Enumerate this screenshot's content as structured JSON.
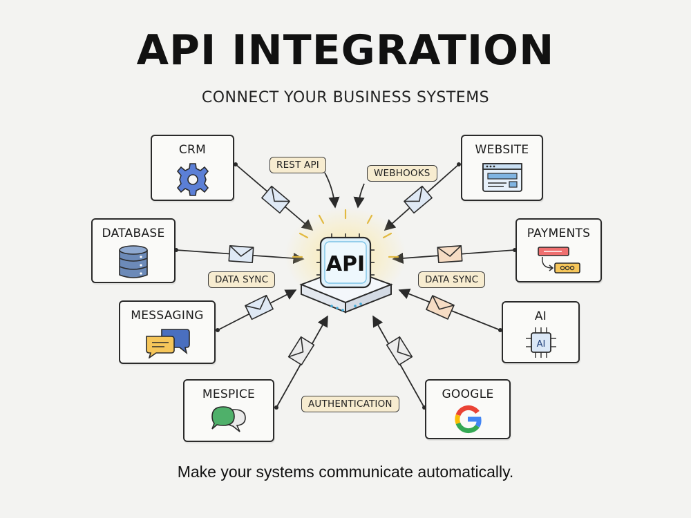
{
  "header": {
    "title": "API INTEGRATION",
    "subtitle": "CONNECT YOUR BUSINESS SYSTEMS"
  },
  "hub": {
    "label": "API"
  },
  "nodes": {
    "crm": {
      "label": "CRM",
      "icon": "gear-icon"
    },
    "website": {
      "label": "WEBSITE",
      "icon": "browser-window-icon"
    },
    "database": {
      "label": "DATABASE",
      "icon": "database-icon"
    },
    "payments": {
      "label": "PAYMENTS",
      "icon": "payment-flow-icon"
    },
    "messaging": {
      "label": "MESSAGING",
      "icon": "chat-bubbles-icon"
    },
    "ai": {
      "label": "AI",
      "icon": "ai-chip-icon",
      "chip_text": "AI"
    },
    "mespice": {
      "label": "MESPICE",
      "icon": "green-chat-icon"
    },
    "google": {
      "label": "GOOGLE",
      "icon": "google-logo-icon"
    }
  },
  "tags": {
    "rest_api": "REST API",
    "webhooks": "WEBHOOKS",
    "data_sync_left": "DATA SYNC",
    "data_sync_right": "DATA SYNC",
    "authentication": "AUTHENTICATION"
  },
  "caption": "Make your systems communicate automatically.",
  "colors": {
    "background": "#f3f3f1",
    "tag_fill": "#f7ecd0",
    "envelope_fill": "#dfe9f5",
    "envelope_warm_fill": "#f6dcc4",
    "hub_glow": "#fbe9a6",
    "hub_fill": "#dff1fb",
    "gear_blue": "#5b7fd6",
    "database_blue": "#6c8ab8"
  }
}
